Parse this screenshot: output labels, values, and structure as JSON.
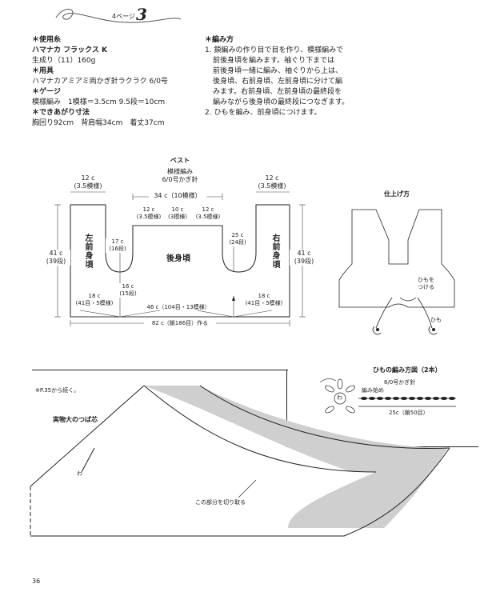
{
  "header": {
    "page_label": "4ページ",
    "page_number": "3"
  },
  "materials": {
    "yarn_title": "＊使用糸",
    "yarn_name": "ハマナカ フラックス K",
    "yarn_detail": "生成り（11）160g",
    "tools_title": "＊用具",
    "tools_detail": "ハマナカアミアミ両かぎ針ラクラク 6/0号",
    "gauge_title": "＊ゲージ",
    "gauge_detail": "模様編み　1模様＝3.5cm 9.5段＝10cm",
    "size_title": "＊できあがり寸法",
    "size_detail": "胸回り92cm　背肩幅34cm　着丈37cm"
  },
  "instructions": {
    "title": "＊編み方",
    "step1_lines": [
      "1. 鎖編みの作り目で目を作り、模様編みで",
      "前後身頃を編みます。袖ぐり下までは",
      "前後身頃一緒に編み、袖ぐりから上は、",
      "後身頃、右前身頃、左前身頃に分けて編",
      "みます。右前身頃、左前身頃の最終段を",
      "編みながら後身頃の最終段につなぎます。"
    ],
    "step2": "2. ひもを編み、前身頃につけます。"
  },
  "vest_diagram": {
    "title": "ベスト",
    "subtitle1": "模様編み",
    "subtitle2": "6/0号かぎ針",
    "left_shoulder_c": "12 c",
    "left_shoulder_m": "(3.5模様)",
    "right_shoulder_c": "12 c",
    "right_shoulder_m": "(3.5模様)",
    "back_width": "34 c（10模様）",
    "back_inner_left_c": "12 c",
    "back_inner_left_m": "(3.5模様)",
    "back_inner_mid_c": "10 c",
    "back_inner_mid_m": "(3模様)",
    "back_inner_right_c": "12 c",
    "back_inner_right_m": "(3.5模様)",
    "left_height_c": "41 c",
    "left_height_d": "(39段)",
    "right_height_c": "41 c",
    "right_height_d": "(39段)",
    "left_front_label": "左前身頃",
    "right_front_label": "右前身頃",
    "back_label": "後身頃",
    "armhole_left_c": "17 c",
    "armhole_left_d": "(16段)",
    "armhole_right_c": "25 c",
    "armhole_right_d": "(24段)",
    "under_arm_c": "16 c",
    "under_arm_d": "(15段)",
    "left_bottom_c": "18 c",
    "left_bottom_m": "(41目・5模様)",
    "right_bottom_c": "18 c",
    "right_bottom_m": "(41目・5模様)",
    "back_bottom": "46 c（104目・13模様）",
    "total_bottom": "82 c（鎖186目）作る"
  },
  "finish_diagram": {
    "title": "仕上げ方",
    "tie_label1": "ひもを",
    "tie_label2": "つける",
    "tie_label3": "ひも"
  },
  "tie_pattern": {
    "title": "ひもの編み方図（2本）",
    "hook": "6/0号かぎ針",
    "start": "編み始め",
    "length": "25c（鎖50目）",
    "wa": "わ"
  },
  "brim": {
    "note": "※P.35から続く。",
    "title": "実物大のつば芯",
    "wa": "わ",
    "cut_note": "この部分を切り取る"
  },
  "footer": {
    "page": "36"
  }
}
